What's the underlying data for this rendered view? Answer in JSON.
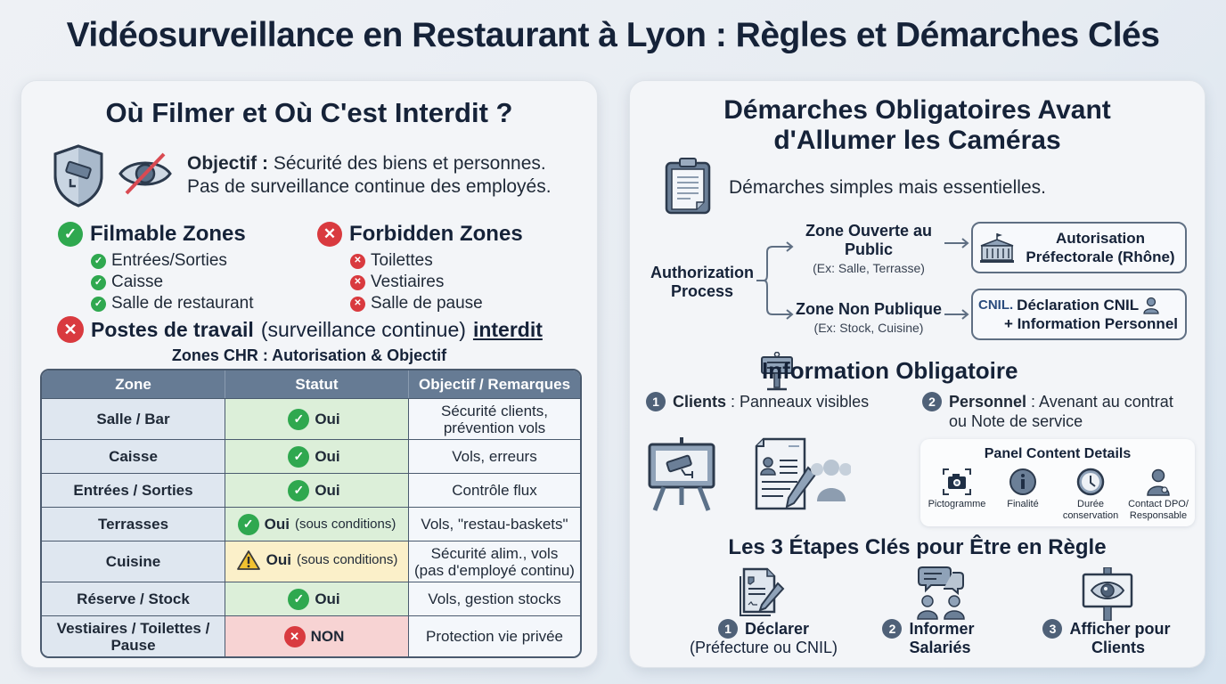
{
  "title": "Vidéosurveillance en Restaurant à Lyon : Règles et Démarches Clés",
  "left_panel": {
    "title": "Où Filmer et Où C'est Interdit ?",
    "objective_label": "Objectif :",
    "objective_text_1": "Sécurité des biens et personnes.",
    "objective_text_2": "Pas de surveillance continue des employés.",
    "filmable": {
      "heading": "Filmable Zones",
      "items": [
        "Entrées/Sorties",
        "Caisse",
        "Salle de restaurant"
      ]
    },
    "forbidden": {
      "heading": "Forbidden Zones",
      "items": [
        "Toilettes",
        "Vestiaires",
        "Salle de pause"
      ]
    },
    "postes": {
      "bold": "Postes de travail",
      "normal": "(surveillance continue)",
      "underlined": "interdit"
    },
    "table_caption": "Zones CHR : Autorisation & Objectif",
    "table": {
      "headers": [
        "Zone",
        "Statut",
        "Objectif / Remarques"
      ],
      "rows": [
        {
          "zone": "Salle / Bar",
          "status": "Oui",
          "cond": "",
          "remark": "Sécurité clients, prévention vols",
          "type": "ok"
        },
        {
          "zone": "Caisse",
          "status": "Oui",
          "cond": "",
          "remark": "Vols, erreurs",
          "type": "ok"
        },
        {
          "zone": "Entrées / Sorties",
          "status": "Oui",
          "cond": "",
          "remark": "Contrôle flux",
          "type": "ok"
        },
        {
          "zone": "Terrasses",
          "status": "Oui",
          "cond": "(sous conditions)",
          "remark": "Vols, \"restau-baskets\"",
          "type": "ok"
        },
        {
          "zone": "Cuisine",
          "status": "Oui",
          "cond": "(sous conditions)",
          "remark": "Sécurité alim., vols (pas d'employé continu)",
          "type": "warn"
        },
        {
          "zone": "Réserve / Stock",
          "status": "Oui",
          "cond": "",
          "remark": "Vols, gestion stocks",
          "type": "ok"
        },
        {
          "zone": "Vestiaires / Toilettes / Pause",
          "status": "NON",
          "cond": "",
          "remark": "Protection vie privée",
          "type": "no"
        }
      ]
    }
  },
  "right_panel": {
    "title_line1": "Démarches Obligatoires Avant",
    "title_line2": "d'Allumer les Caméras",
    "subtitle": "Démarches simples mais essentielles.",
    "flow": {
      "root": "Authorization Process",
      "branch_public": {
        "label": "Zone Ouverte au Public",
        "example": "(Ex: Salle, Terrasse)",
        "result_line1": "Autorisation",
        "result_line2": "Préfectorale (Rhône)"
      },
      "branch_private": {
        "label": "Zone Non Publique",
        "example": "(Ex: Stock, Cuisine)",
        "cnil_logo": "CNIL.",
        "result_line1": "Déclaration CNIL",
        "result_line2": "+ Information Personnel"
      }
    },
    "info": {
      "title": "Information Obligatoire",
      "items": [
        {
          "num": "1",
          "bold": "Clients",
          "text": " : Panneaux visibles"
        },
        {
          "num": "2",
          "bold": "Personnel",
          "text": " : Avenant au contrat ou Note de service"
        }
      ]
    },
    "panel_details": {
      "title": "Panel Content Details",
      "items": [
        "Pictogramme",
        "Finalité",
        "Durée conservation",
        "Contact DPO/ Responsable"
      ]
    },
    "steps": {
      "title": "Les 3 Étapes Clés pour Être en Règle",
      "items": [
        {
          "num": "1",
          "label": "Déclarer",
          "sub": "(Préfecture ou CNIL)"
        },
        {
          "num": "2",
          "label": "Informer",
          "sub": "Salariés"
        },
        {
          "num": "3",
          "label": "Afficher pour",
          "sub": "Clients"
        }
      ]
    }
  },
  "colors": {
    "title": "#152238",
    "ok": "#2fa84f",
    "no": "#d93a3f",
    "warn": "#f2c230",
    "table_header": "#667b94",
    "icon_blue": "#5c7189"
  }
}
